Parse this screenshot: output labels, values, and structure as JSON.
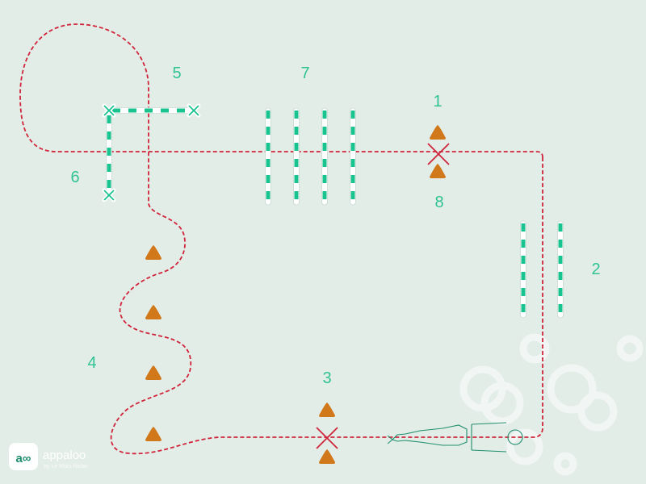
{
  "colors": {
    "background": "#e3ede8",
    "route": "#d0243a",
    "pole_green": "#19c38f",
    "cone": "#d0781a",
    "label": "#2fc394",
    "decor": "#f4f7f6",
    "logo_bg": "#ffffff"
  },
  "labels": {
    "s1": "1",
    "s2": "2",
    "s3": "3",
    "s4": "4",
    "s5": "5",
    "s6": "6",
    "s7": "7",
    "s8": "8"
  },
  "logo": {
    "icon_text": "a∞",
    "brand": "appaloo",
    "tagline": "by Le Mors Nolan"
  },
  "icons": {
    "cone": "cone-icon",
    "cross": "cross-marker-icon",
    "horse": "horse-icon"
  }
}
